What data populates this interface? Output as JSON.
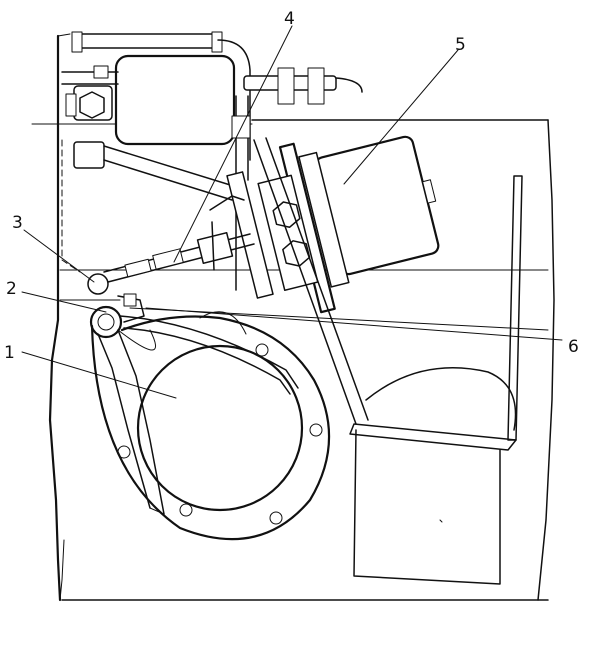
{
  "diagram": {
    "colors": {
      "ink": "#111111",
      "paper": "#ffffff"
    },
    "callouts": [
      {
        "id": "1",
        "text": "1"
      },
      {
        "id": "2",
        "text": "2"
      },
      {
        "id": "3",
        "text": "3"
      },
      {
        "id": "4",
        "text": "4"
      },
      {
        "id": "5",
        "text": "5"
      },
      {
        "id": "6",
        "text": "6"
      }
    ]
  }
}
